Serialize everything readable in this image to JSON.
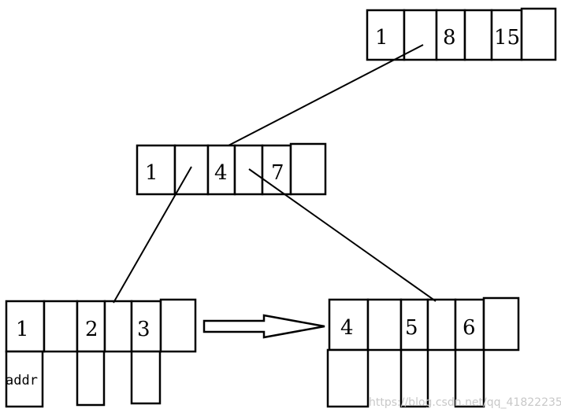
{
  "root_node": {
    "keys": [
      "1",
      "8",
      "15"
    ]
  },
  "internal_node": {
    "keys": [
      "1",
      "4",
      "7"
    ]
  },
  "leaf_left": {
    "keys": [
      "1",
      "2",
      "3"
    ],
    "data_label": "addr"
  },
  "leaf_right": {
    "keys": [
      "4",
      "5",
      "6"
    ]
  },
  "watermark": "https://blog.csdn.net/qq_41822235"
}
